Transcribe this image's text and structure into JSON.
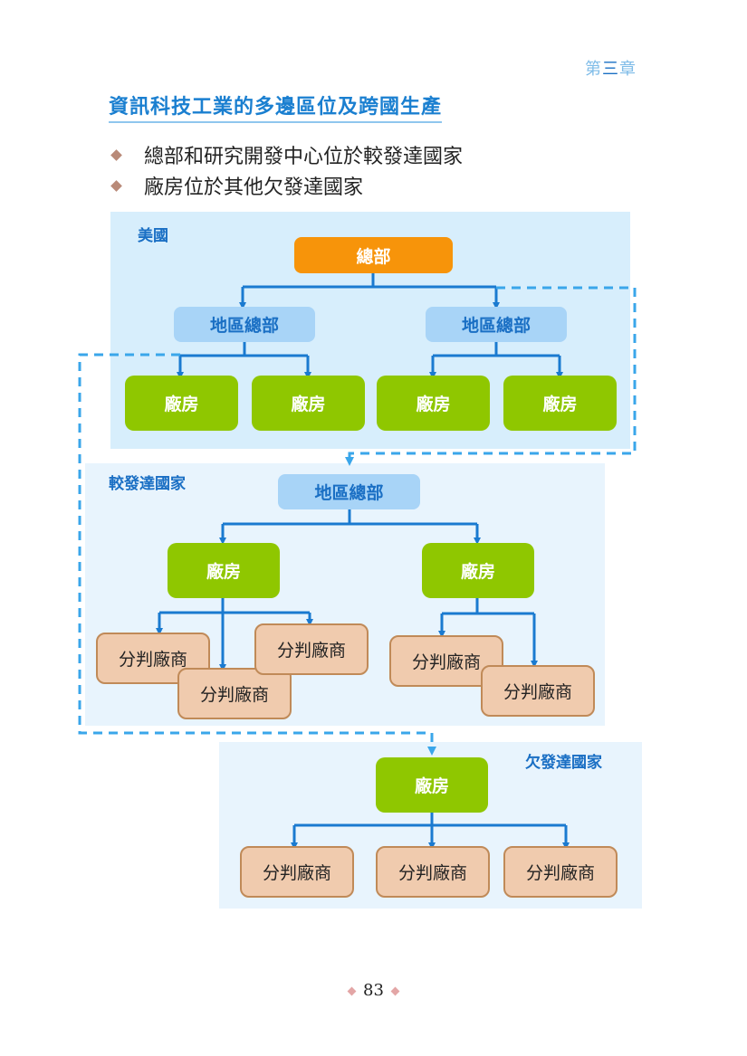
{
  "header": {
    "chapter_prefix": "第",
    "chapter_num": "三",
    "chapter_suffix": "章"
  },
  "title": "資訊科技工業的多邊區位及跨國生產",
  "bullets": [
    "總部和研究開發中心位於較發達國家",
    "廠房位於其他欠發達國家"
  ],
  "regions": {
    "usa": {
      "label": "美國",
      "hq": "總部",
      "regional_hq": [
        "地區總部",
        "地區總部"
      ],
      "factories": [
        "廠房",
        "廠房",
        "廠房",
        "廠房"
      ]
    },
    "developed": {
      "label": "較發達國家",
      "regional_hq": "地區總部",
      "factories": [
        "廠房",
        "廠房"
      ],
      "subcontractors": [
        "分判廠商",
        "分判廠商",
        "分判廠商",
        "分判廠商",
        "分判廠商"
      ]
    },
    "less_developed": {
      "label": "欠發達國家",
      "factory": "廠房",
      "subcontractors": [
        "分判廠商",
        "分判廠商",
        "分判廠商"
      ]
    }
  },
  "colors": {
    "arrow": "#1a7ad0",
    "dashed": "#3aa6ea",
    "hq": "#f7940a",
    "factory": "#8fc700",
    "regional_hq": "#a8d4f7",
    "subcontractor": "#f0cbae"
  },
  "page_number": "83"
}
